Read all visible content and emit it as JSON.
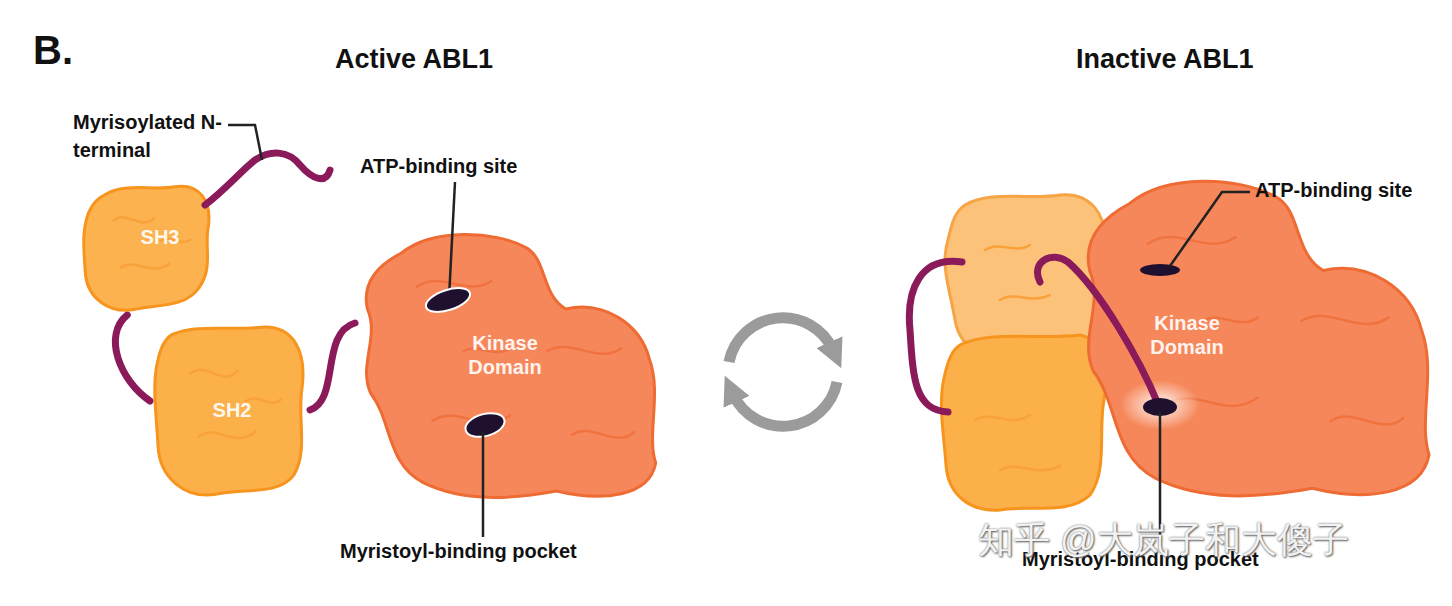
{
  "diagram": {
    "nodes": [
      {
        "text": [
          "SH3"
        ]
      },
      {
        "text": [
          "SH2"
        ]
      },
      {
        "text": [
          "Kinase Domain"
        ]
      },
      {
        "text": [
          "Kinase Domain"
        ]
      }
    ],
    "edges": [
      {
        "from": 0,
        "to": 1,
        "arrow": "none"
      },
      {
        "from": 1,
        "to": 2,
        "arrow": "none"
      }
    ],
    "labels": [
      "B.",
      "Active ABL1",
      "Myrisoylated N-terminal",
      "ATP-binding site",
      "Myristoyl-binding pocket",
      "Inactive ABL1",
      "ATP-binding site",
      "Myristoyl-binding pocket",
      "知乎 @大岚子和大傻子"
    ]
  }
}
